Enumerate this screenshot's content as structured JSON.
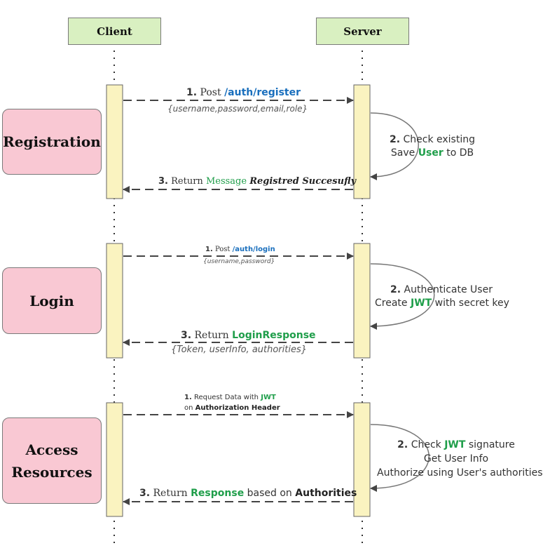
{
  "participants": {
    "client": "Client",
    "server": "Server"
  },
  "phases": {
    "registration": {
      "label": "Registration"
    },
    "login": {
      "label": "Login"
    },
    "access": {
      "label_line1": "Access",
      "label_line2": "Resources"
    }
  },
  "messages": {
    "reg_request": {
      "num": "1.",
      "verb": "Post",
      "path": "/auth/register",
      "payload": "{username,password,email,role}"
    },
    "reg_server": {
      "num": "2.",
      "line1": "Check existing",
      "line2_pre": "Save",
      "line2_hl": "User",
      "line2_post": "to DB"
    },
    "reg_response": {
      "num": "3.",
      "verb": "Return",
      "word": "Message",
      "msg": "Registred Succesufly"
    },
    "login_request": {
      "num": "1.",
      "verb": "Post",
      "path": "/auth/login",
      "payload": "{username,password}"
    },
    "login_server": {
      "num": "2.",
      "line1": "Authenticate User",
      "line2_pre": "Create",
      "line2_hl": "JWT",
      "line2_post": "with secret key"
    },
    "login_response": {
      "num": "3.",
      "verb": "Return",
      "obj": "LoginResponse",
      "payload": "{Token, userInfo, authorities}"
    },
    "access_request": {
      "num": "1.",
      "text": "Request Data with",
      "hl": "JWT",
      "line2_pre": "on",
      "line2_bold": "Authorization Header"
    },
    "access_server": {
      "num": "2.",
      "line1_pre": "Check",
      "line1_hl": "JWT",
      "line1_post": "signature",
      "line2": "Get User Info",
      "line3": "Authorize using User's authorities"
    },
    "access_response": {
      "num": "3.",
      "verb": "Return",
      "obj": "Response",
      "mid": "based on",
      "end": "Authorities"
    }
  }
}
